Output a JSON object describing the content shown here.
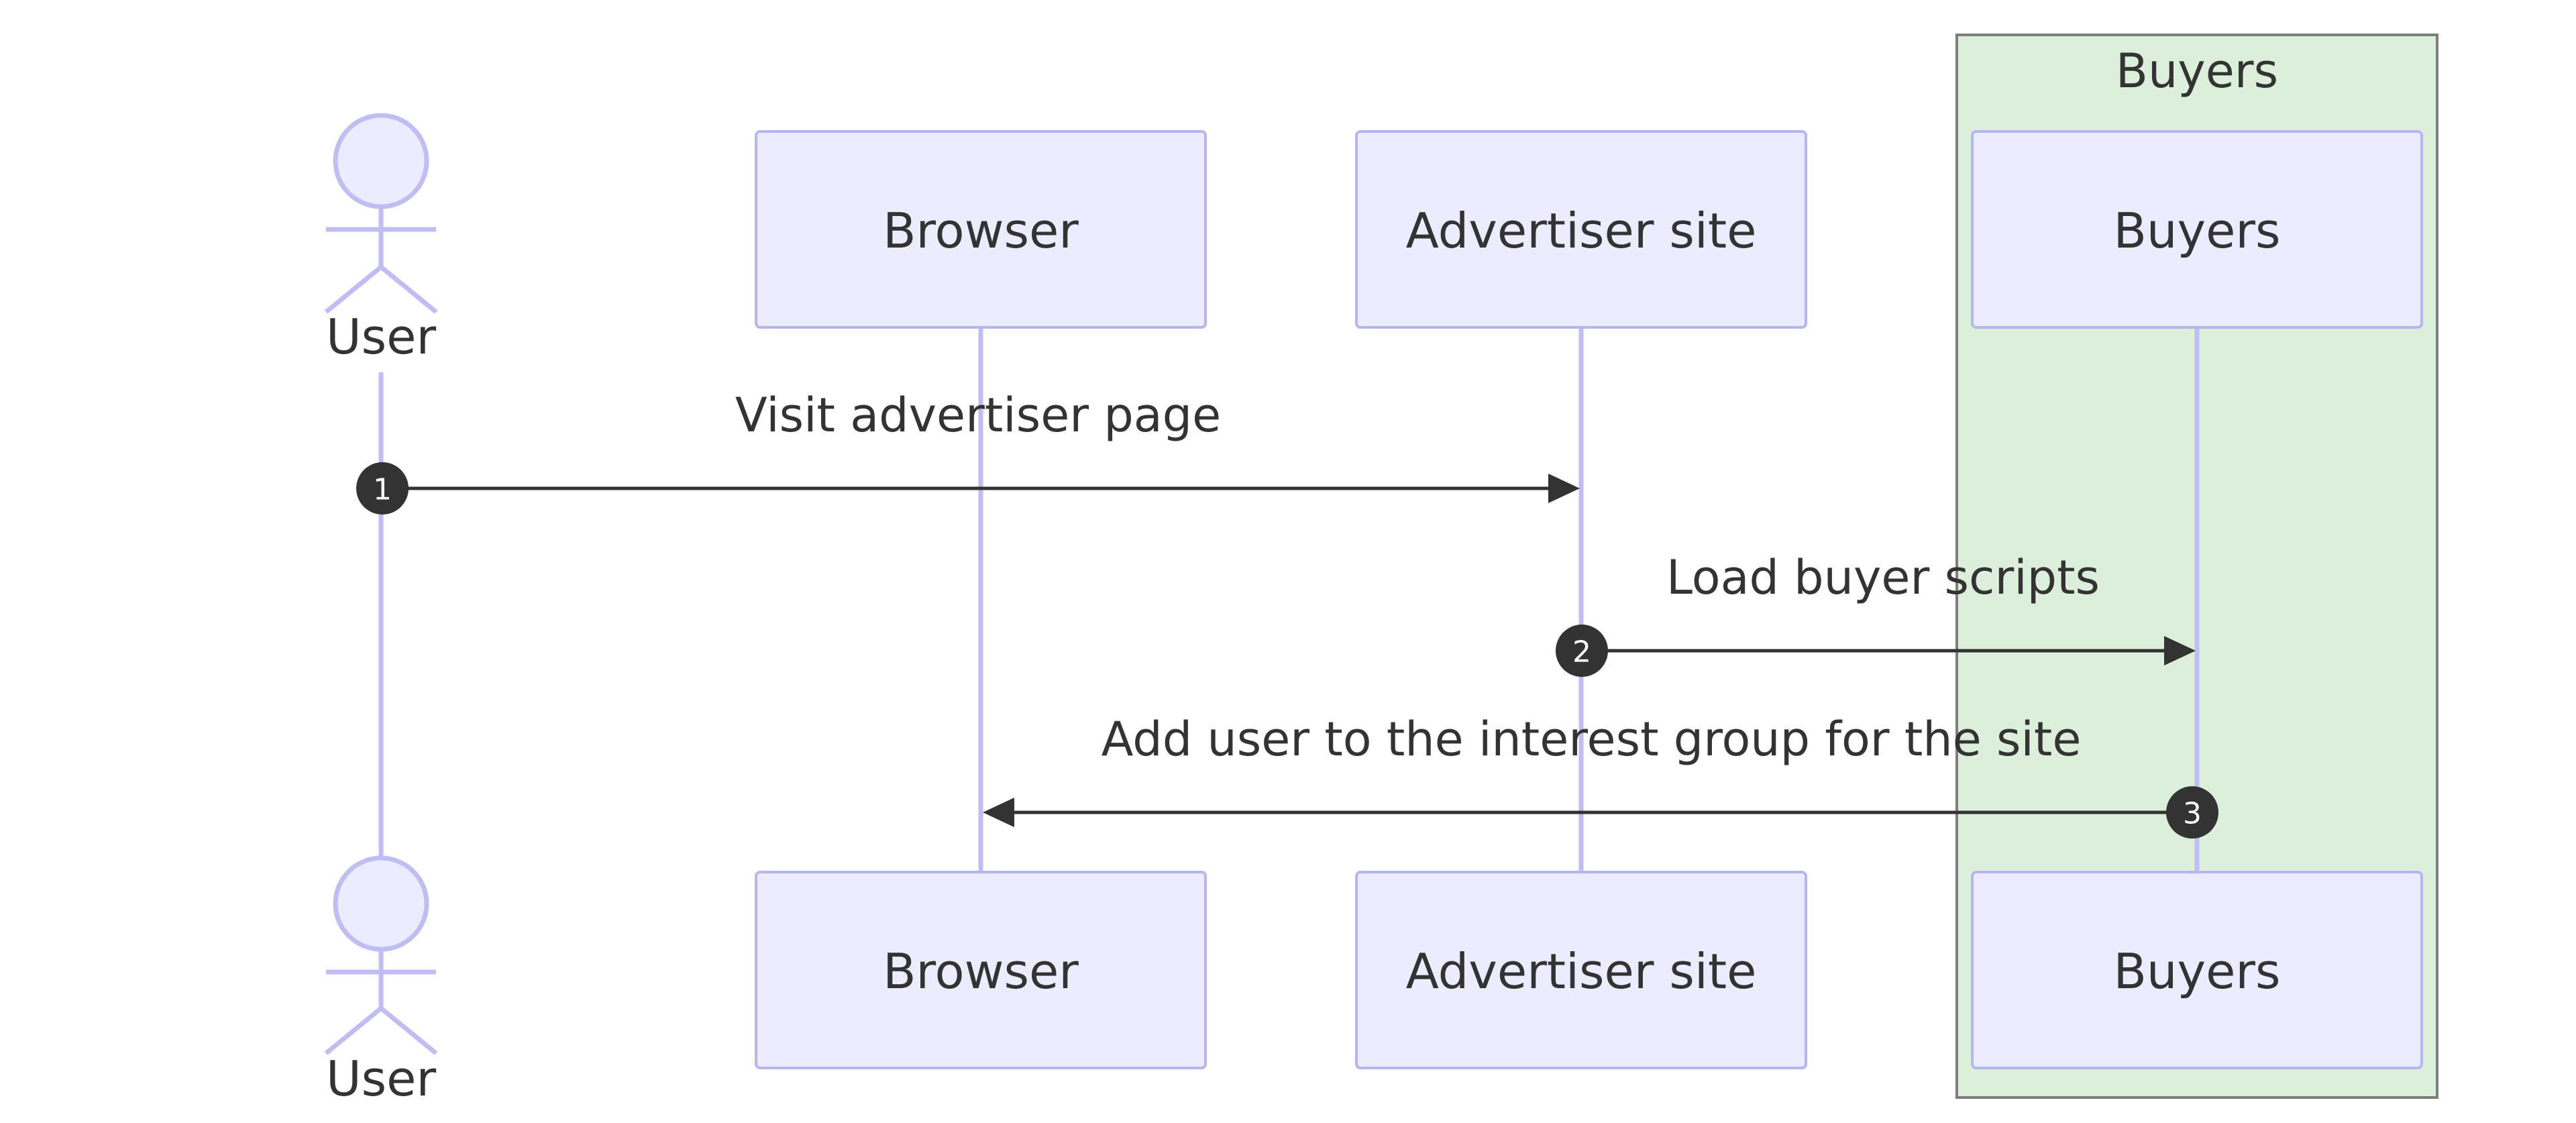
{
  "diagram": {
    "type": "sequence",
    "group": {
      "label": "Buyers",
      "fill": "#dcefda",
      "border": "#7a7f7a"
    },
    "participants": [
      {
        "id": "user",
        "label": "User",
        "kind": "actor"
      },
      {
        "id": "browser",
        "label": "Browser",
        "kind": "participant"
      },
      {
        "id": "advertiser",
        "label": "Advertiser site",
        "kind": "participant"
      },
      {
        "id": "buyers",
        "label": "Buyers",
        "kind": "participant"
      }
    ],
    "messages": [
      {
        "number": "1",
        "from": "user",
        "to": "advertiser",
        "text": "Visit advertiser page"
      },
      {
        "number": "2",
        "from": "advertiser",
        "to": "buyers",
        "text": "Load buyer scripts"
      },
      {
        "number": "3",
        "from": "buyers",
        "to": "browser",
        "text": "Add user to the interest group for the site"
      }
    ],
    "colors": {
      "actor_fill": "#ececff",
      "actor_border": "#b7b5f0",
      "lifeline": "#bfbdf3",
      "message": "#333333",
      "text": "#333333"
    }
  }
}
